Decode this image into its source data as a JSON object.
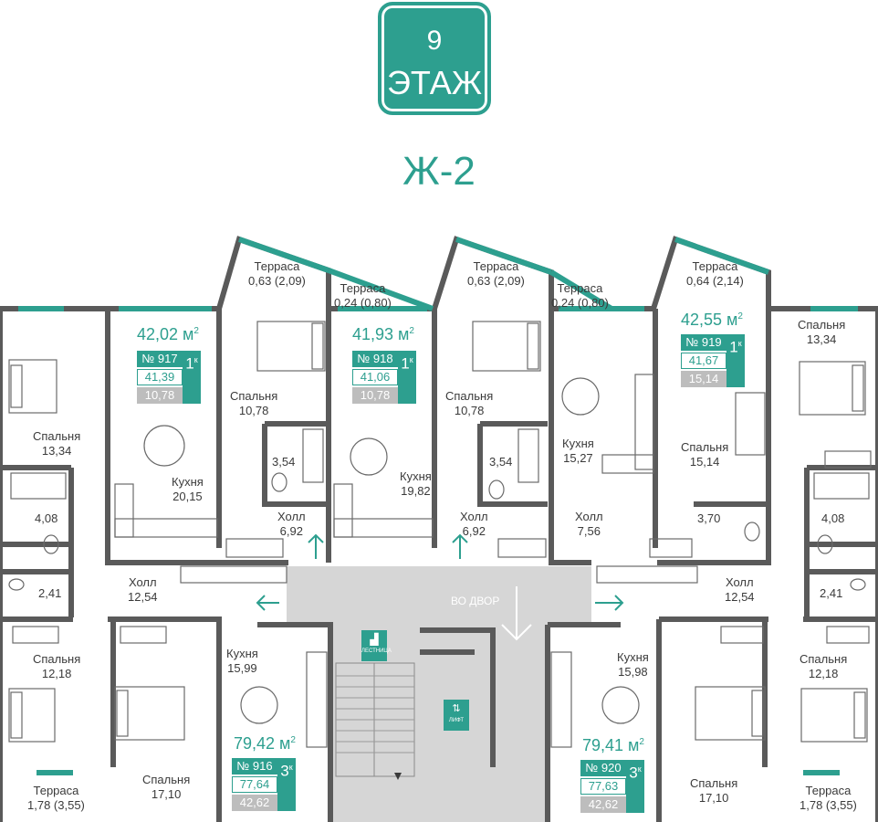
{
  "floor": {
    "number": "9",
    "word": "ЭТАЖ"
  },
  "building": "Ж-2",
  "colors": {
    "accent": "#2d9f8f",
    "wall": "#5a5a5a",
    "corridor": "#d6d6d6",
    "living_box": "#bdbdbd"
  },
  "apartments": [
    {
      "no": "№ 917",
      "total": "41,39",
      "living": "10,78",
      "rooms": "1",
      "rooms_sup": "к",
      "area": "42,02 м",
      "area_sup": "2"
    },
    {
      "no": "№ 918",
      "total": "41,06",
      "living": "10,78",
      "rooms": "1",
      "rooms_sup": "к",
      "area": "41,93 м",
      "area_sup": "2"
    },
    {
      "no": "№ 919",
      "total": "41,67",
      "living": "15,14",
      "rooms": "1",
      "rooms_sup": "к",
      "area": "42,55 м",
      "area_sup": "2"
    },
    {
      "no": "№ 916",
      "total": "77,64",
      "living": "42,62",
      "rooms": "3",
      "rooms_sup": "к",
      "area": "79,42 м",
      "area_sup": "2"
    },
    {
      "no": "№ 920",
      "total": "77,63",
      "living": "42,62",
      "rooms": "3",
      "rooms_sup": "к",
      "area": "79,41 м",
      "area_sup": "2"
    }
  ],
  "rooms": {
    "t1_name": "Терраса",
    "t1_val": "0,63 (2,09)",
    "t2_name": "Терраса",
    "t2_val": "0,24 (0,80)",
    "t3_name": "Терраса",
    "t3_val": "0,63 (2,09)",
    "t4_name": "Терраса",
    "t4_val": "0,24 (0,80)",
    "t5_name": "Терраса",
    "t5_val": "0,64 (2,14)",
    "sp1_name": "Спальня",
    "sp1_val": "13,34",
    "kit1_name": "Кухня",
    "kit1_val": "20,15",
    "sp2_name": "Спальня",
    "sp2_val": "10,78",
    "bath1": "3,54",
    "kit2_name": "Кухня",
    "kit2_val": "19,82",
    "hall1_name": "Холл",
    "hall1_val": "6,92",
    "sp3_name": "Спальня",
    "sp3_val": "10,78",
    "bath2": "3,54",
    "hall2_name": "Холл",
    "hall2_val": "6,92",
    "kit3_name": "Кухня",
    "kit3_val": "15,27",
    "hall3_name": "Холл",
    "hall3_val": "7,56",
    "sp4_name": "Спальня",
    "sp4_val": "15,14",
    "bath3": "3,70",
    "sp5_name": "Спальня",
    "sp5_val": "13,34",
    "bath4": "4,08",
    "wc1": "2,41",
    "hall4_name": "Холл",
    "hall4_val": "12,54",
    "bath5": "4,08",
    "wc2": "2,41",
    "hall5_name": "Холл",
    "hall5_val": "12,54",
    "sp6_name": "Спальня",
    "sp6_val": "12,18",
    "kit4_name": "Кухня",
    "kit4_val": "15,99",
    "kit5_name": "Кухня",
    "kit5_val": "15,98",
    "sp7_name": "Спальня",
    "sp7_val": "12,18",
    "sp8_name": "Спальня",
    "sp8_val": "17,10",
    "sp9_name": "Спальня",
    "sp9_val": "17,10",
    "t6_name": "Терраса",
    "t6_val": "1,78 (3,55)",
    "t7_name": "Терраса",
    "t7_val": "1,78 (3,55)"
  },
  "core": {
    "yard": "ВО ДВОР",
    "stairs": "ЛЕСТНИЦА",
    "lift": "ЛИФТ"
  }
}
